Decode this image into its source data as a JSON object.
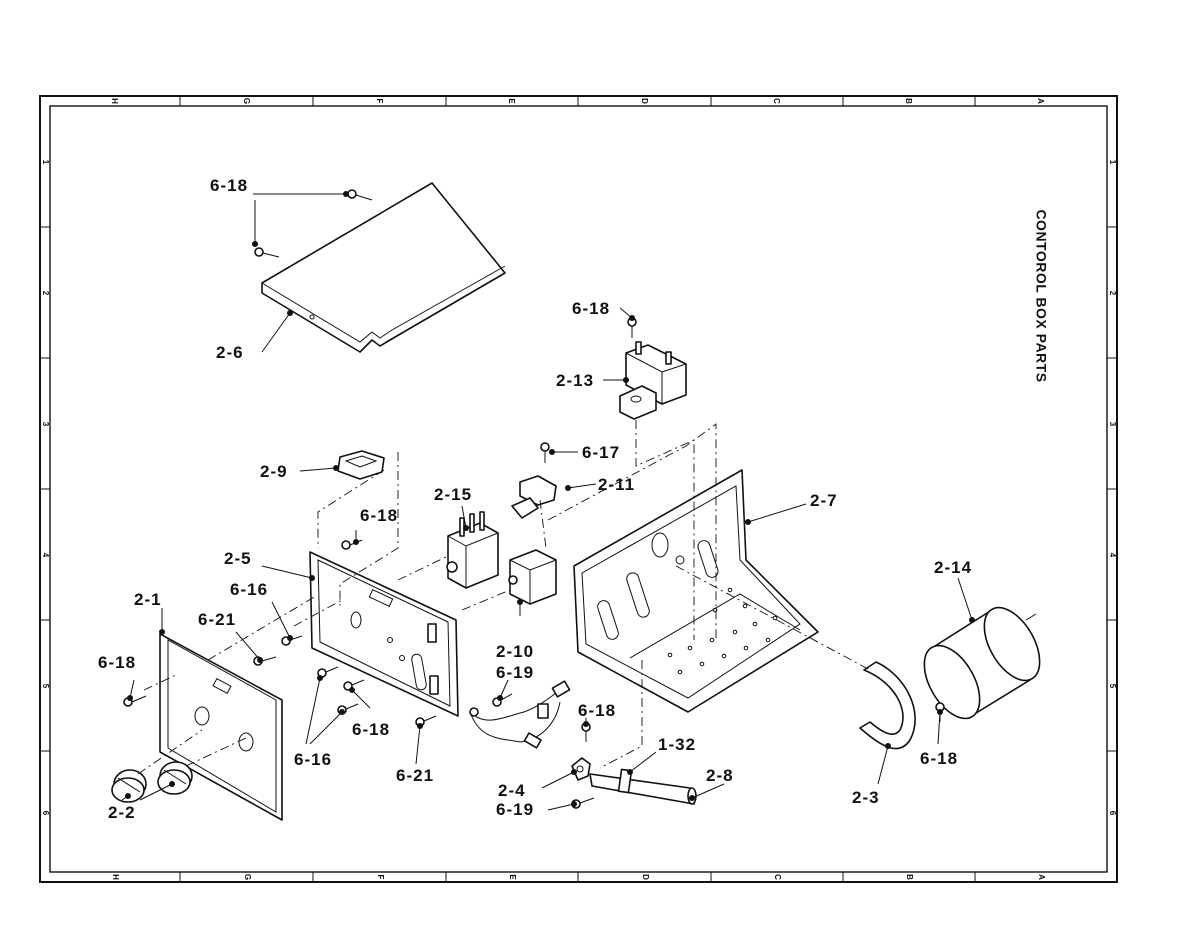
{
  "title": "CONTOROL BOX PARTS",
  "frame": {
    "columns": [
      "H",
      "G",
      "F",
      "E",
      "D",
      "C",
      "B",
      "A"
    ],
    "rows": [
      "1",
      "2",
      "3",
      "4",
      "5",
      "6"
    ]
  },
  "callouts": {
    "c6_18_top": "6-18",
    "c2_6": "2-6",
    "c6_18_cap": "6-18",
    "c2_13": "2-13",
    "c6_17": "6-17",
    "c2_9": "2-9",
    "c2_11": "2-11",
    "c2_15": "2-15",
    "c2_7": "2-7",
    "c6_18_mid": "6-18",
    "c2_5": "2-5",
    "c2_14": "2-14",
    "c6_16_a": "6-16",
    "c2_1": "2-1",
    "c6_21_a": "6-21",
    "c2_10": "2-10",
    "c6_18_left": "6-18",
    "c6_19_a": "6-19",
    "c6_18_low": "6-18",
    "c6_18_clip": "6-18",
    "c1_32": "1-32",
    "c2_8": "2-8",
    "c6_16_b": "6-16",
    "c6_21_b": "6-21",
    "c6_18_cap2": "6-18",
    "c2_4": "2-4",
    "c2_3": "2-3",
    "c2_2": "2-2",
    "c6_19_b": "6-19"
  }
}
